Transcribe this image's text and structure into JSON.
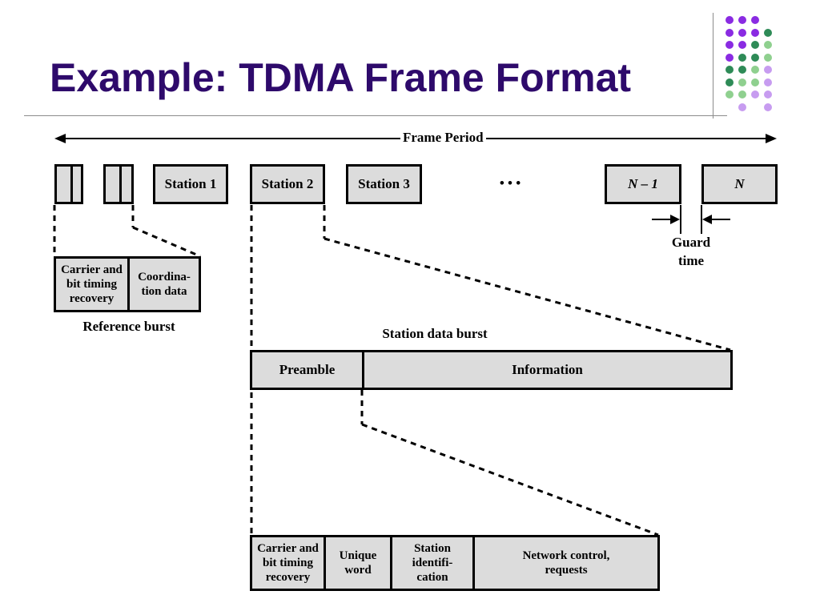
{
  "slide": {
    "title": "Example: TDMA Frame Format",
    "accent_colors": {
      "title": "#2e0a6b",
      "purple": "#8a2be2",
      "green": "#2e8b57",
      "light_green": "#8fd08f",
      "lavender": "#c79cf0"
    }
  },
  "frame": {
    "period_label": "Frame Period",
    "stations": [
      "Station 1",
      "Station 2",
      "Station 3"
    ],
    "ellipsis": "• • •",
    "last_slots": [
      "N – 1",
      "N"
    ],
    "guard_time": [
      "Guard",
      "time"
    ]
  },
  "reference_burst": {
    "fields": [
      [
        "Carrier and",
        "bit timing",
        "recovery"
      ],
      [
        "Coordina-",
        "tion data"
      ]
    ],
    "caption": "Reference burst"
  },
  "station_burst": {
    "caption": "Station data burst",
    "fields": [
      "Preamble",
      "Information"
    ]
  },
  "preamble_fields": [
    [
      "Carrier and",
      "bit timing",
      "recovery"
    ],
    [
      "Unique",
      "word"
    ],
    [
      "Station",
      "identifi-",
      "cation"
    ],
    [
      "Network control,",
      "requests"
    ]
  ]
}
